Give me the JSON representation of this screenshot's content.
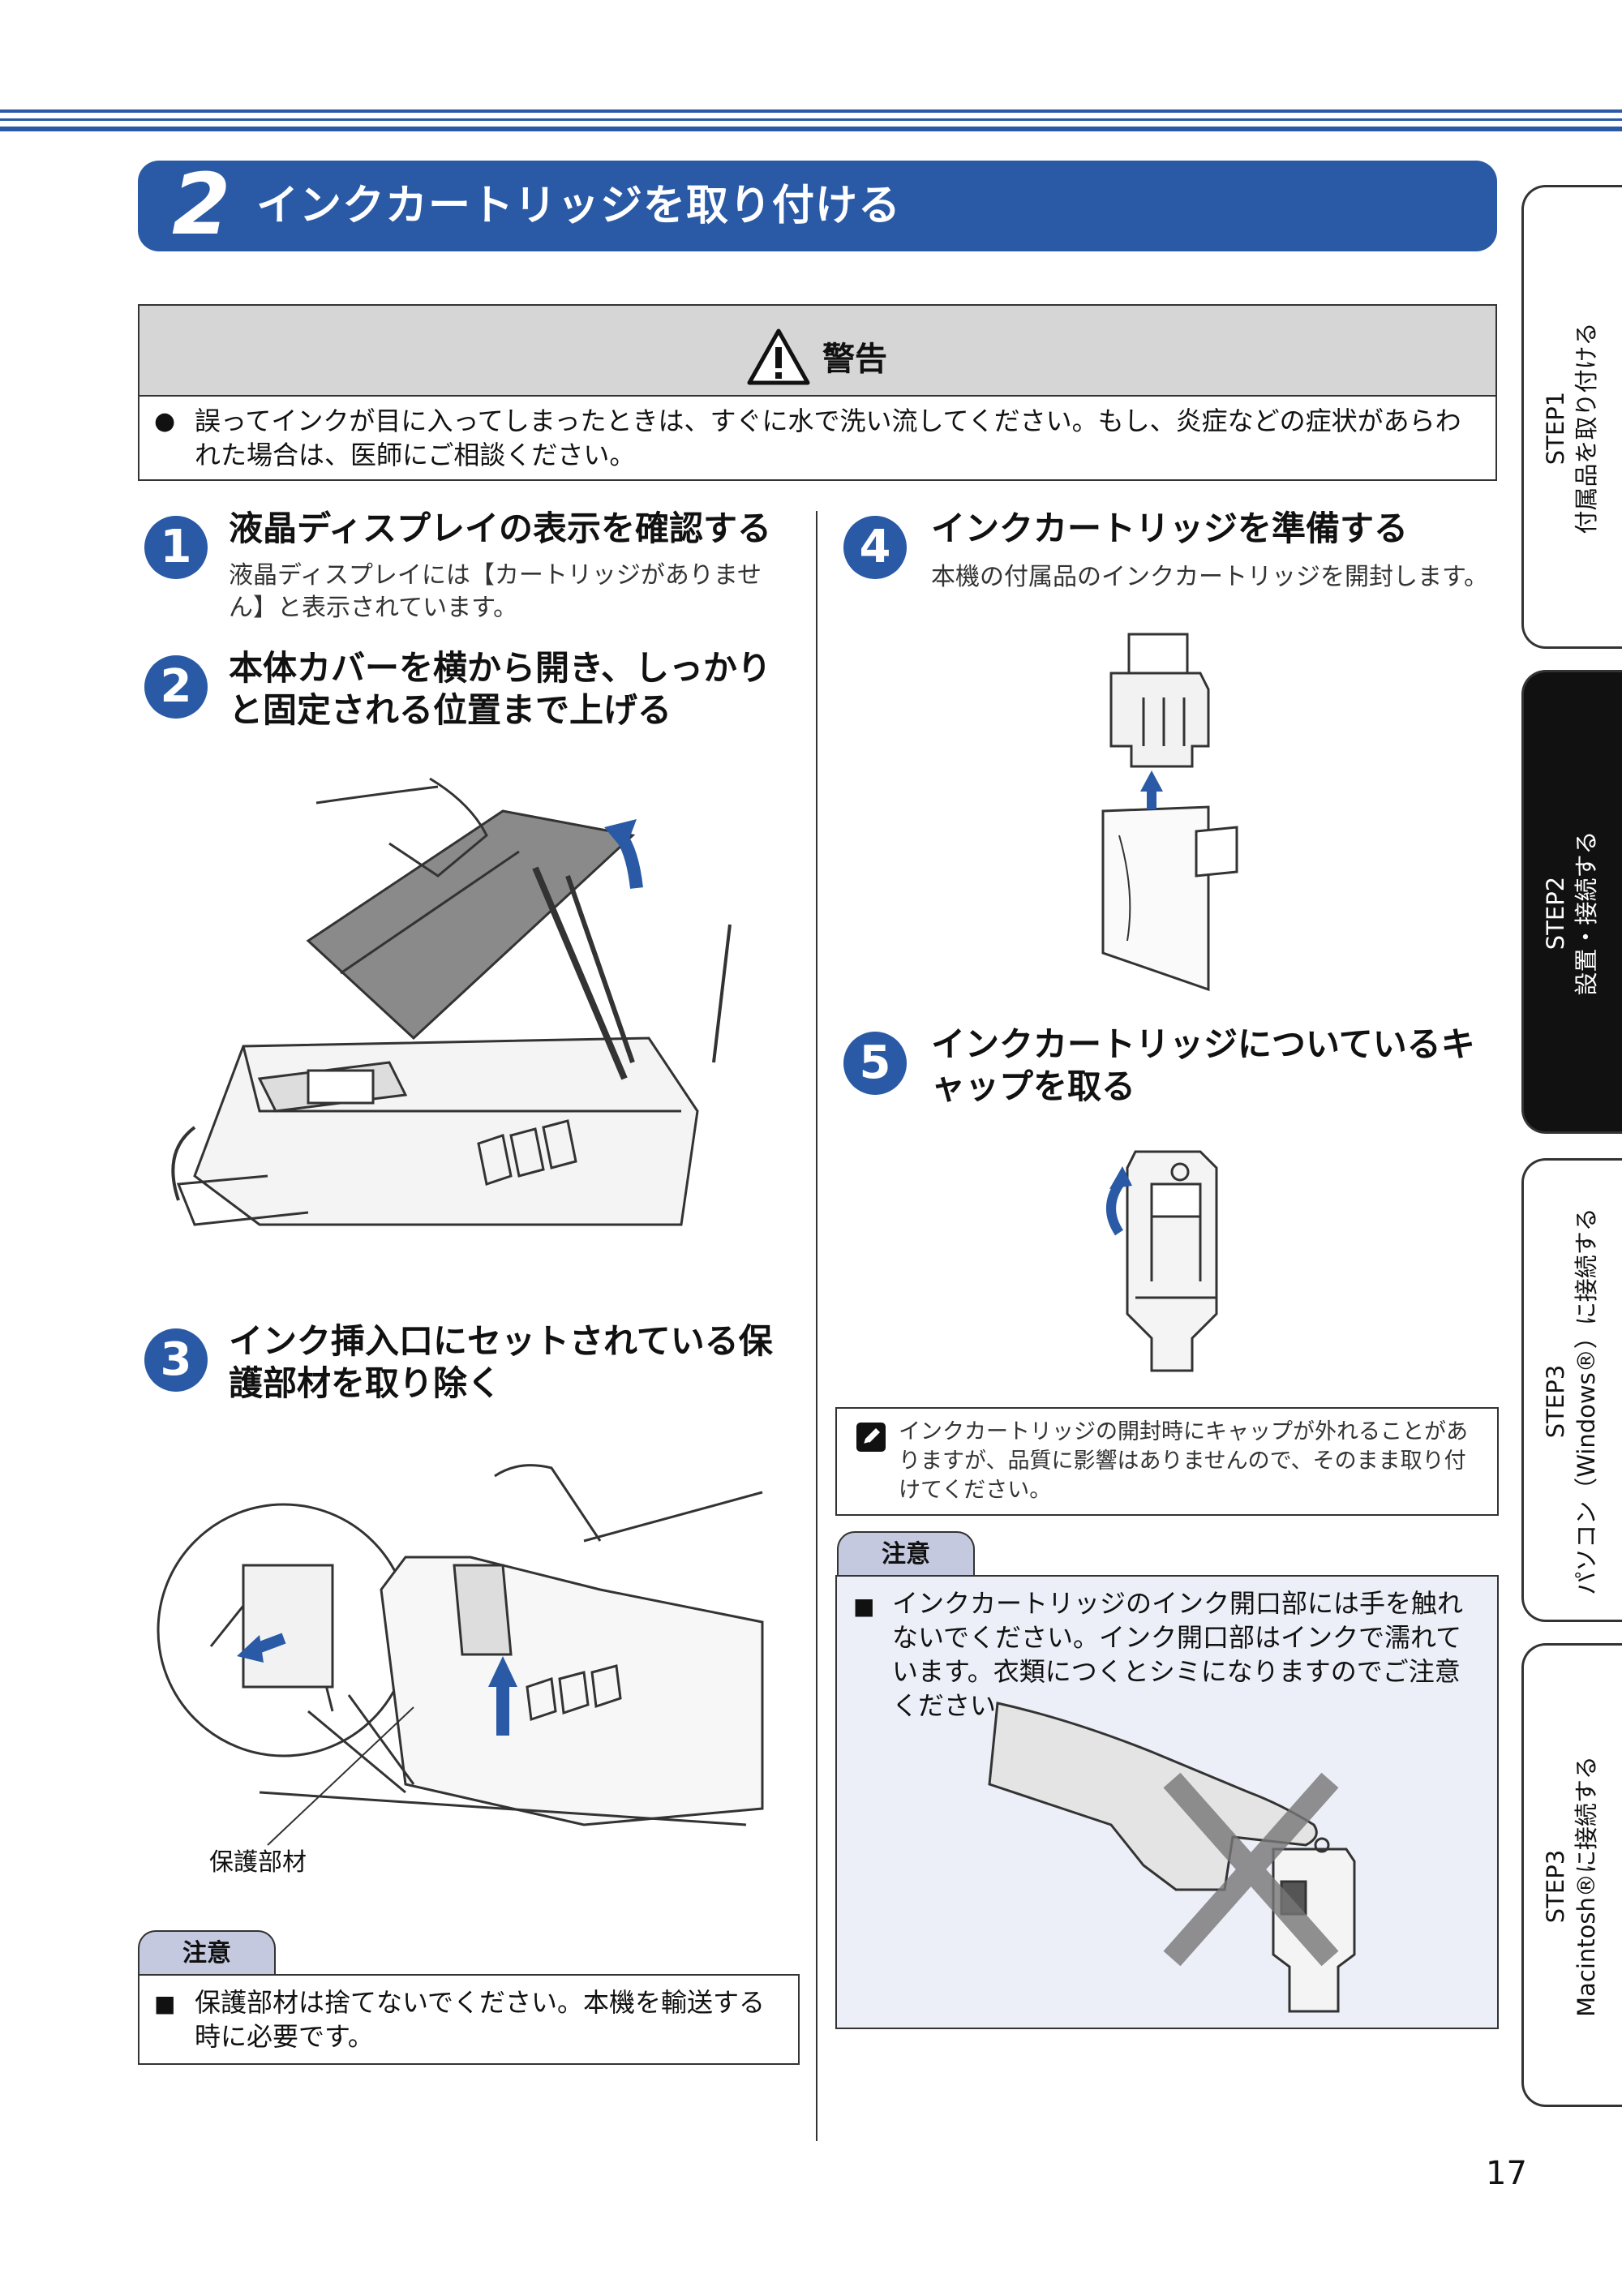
{
  "section": {
    "number": "2",
    "title": "インクカートリッジを取り付ける"
  },
  "warning": {
    "title": "警告",
    "bullet": "●",
    "text": "誤ってインクが目に入ってしまったときは、すぐに水で洗い流してください。もし、炎症などの症状があらわれた場合は、医師にご相談ください。"
  },
  "steps": [
    {
      "number": "1",
      "title": "液晶ディスプレイの表示を確認する",
      "desc": "液晶ディスプレイには【カートリッジがありません】と表示されています。"
    },
    {
      "number": "2",
      "title": "本体カバーを横から開き、しっかりと固定される位置まで上げる",
      "desc": ""
    },
    {
      "number": "3",
      "title": "インク挿入口にセットされている保護部材を取り除く",
      "desc": ""
    },
    {
      "number": "4",
      "title": "インクカートリッジを準備する",
      "desc": "本機の付属品のインクカートリッジを開封します。"
    },
    {
      "number": "5",
      "title": "インクカートリッジについているキャップを取る",
      "desc": ""
    }
  ],
  "figure_label": "保護部材",
  "caution_left": {
    "tab": "注意",
    "bullet": "■",
    "text": "保護部材は捨てないでください。本機を輸送する時に必要です。"
  },
  "note": {
    "text": "インクカートリッジの開封時にキャップが外れることがありますが、品質に影響はありませんので、そのまま取り付けてください。"
  },
  "caution_right": {
    "tab": "注意",
    "bullet": "■",
    "text": "インクカートリッジのインク開口部には手を触れないでください。インク開口部はインクで濡れています。衣類につくとシミになりますのでご注意ください。"
  },
  "side_tabs": [
    {
      "line1": "STEP1",
      "line2": "付属品を取り付ける",
      "active": false
    },
    {
      "line1": "STEP2",
      "line2": "設置・接続する",
      "active": true
    },
    {
      "line1": "STEP3",
      "line2": "パソコン（Windows®）に接続する",
      "active": false
    },
    {
      "line1": "STEP3",
      "line2": "Macintosh®に接続する",
      "active": false
    }
  ],
  "page_number": "17",
  "colors": {
    "accent": "#2a5aa6",
    "caution_tab": "#c4c9df",
    "warning_head": "#d6d6d6"
  }
}
